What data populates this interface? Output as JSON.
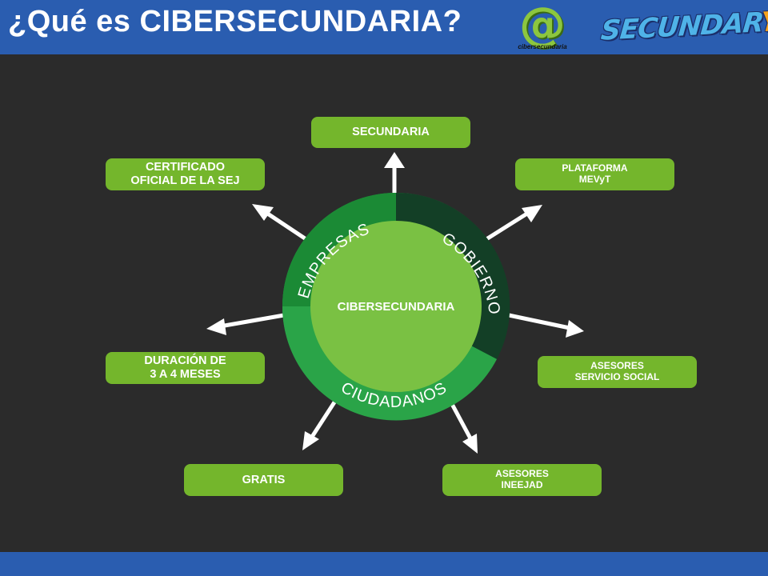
{
  "header": {
    "title": "¿Qué es CIBERSECUNDARIA?",
    "logo_at_caption": "cibersecundaria",
    "logo_secundarya_main": "SECUNDAR",
    "logo_secundarya_accent": "YA!"
  },
  "diagram": {
    "center_label": "CIBERSECUNDARIA",
    "ring_labels": {
      "top_left": "EMPRESAS",
      "top_right": "GOBIERNO",
      "bottom": "CIUDADANOS"
    },
    "boxes": {
      "secundaria": "SECUNDARIA",
      "certificado": "CERTIFICADO\nOFICIAL DE LA SEJ",
      "plataforma": "PLATAFORMA\nMEVyT",
      "duracion": "DURACIÓN DE\n3 A 4 MESES",
      "asesores_servicio": "ASESORES\nSERVICIO SOCIAL",
      "gratis": "GRATIS",
      "asesores_ineejad": "ASESORES\nINEEJAD"
    }
  },
  "colors": {
    "header_bg": "#2a5db0",
    "stage_bg": "#2b2b2b",
    "box_green": "#74b62c",
    "ring_mid_green": "#1f8a3a",
    "ring_dark_green": "#123d25",
    "center_green": "#7ac143"
  }
}
